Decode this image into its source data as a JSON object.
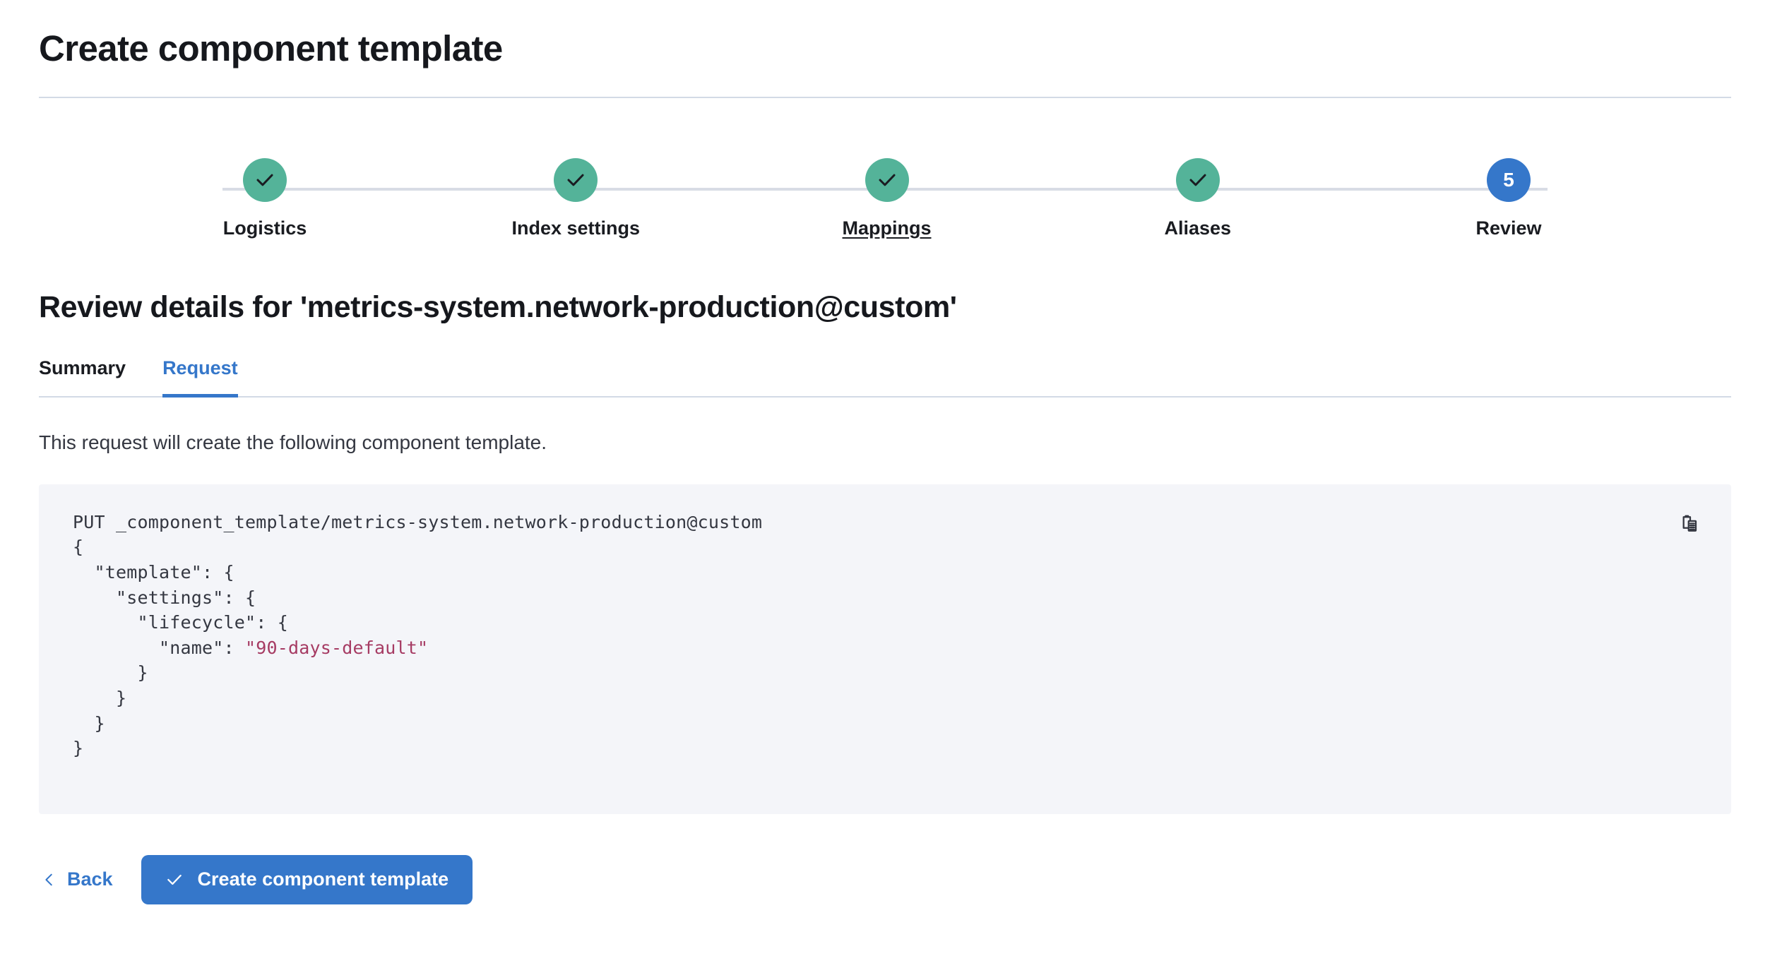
{
  "page": {
    "title": "Create component template"
  },
  "stepper": {
    "steps": [
      {
        "label": "Logistics",
        "state": "complete",
        "marker": "check-icon",
        "hovered": false
      },
      {
        "label": "Index settings",
        "state": "complete",
        "marker": "check-icon",
        "hovered": false
      },
      {
        "label": "Mappings",
        "state": "complete",
        "marker": "check-icon",
        "hovered": true
      },
      {
        "label": "Aliases",
        "state": "complete",
        "marker": "check-icon",
        "hovered": false
      },
      {
        "label": "Review",
        "state": "current",
        "marker": "5",
        "hovered": false
      }
    ],
    "complete_color": "#54b399",
    "current_color": "#3577ca",
    "line_color": "#d8dce5"
  },
  "review": {
    "heading": "Review details for 'metrics-system.network-production@custom'",
    "tabs": [
      {
        "label": "Summary",
        "active": false
      },
      {
        "label": "Request",
        "active": true
      }
    ],
    "description": "This request will create the following component template.",
    "copy_icon": "clipboard-copy-icon",
    "code": {
      "line1": "PUT _component_template/metrics-system.network-production@custom",
      "line2": "{",
      "line3": "  \"template\": {",
      "line4": "    \"settings\": {",
      "line5": "      \"lifecycle\": {",
      "line6_key": "        \"name\": ",
      "line6_value": "\"90-days-default\"",
      "line7": "      }",
      "line8": "    }",
      "line9": "  }",
      "line10": "}",
      "string_color": "#a63b63",
      "text_color": "#343741",
      "background": "#f4f5f9"
    }
  },
  "actions": {
    "back_label": "Back",
    "back_icon": "chevron-left-icon",
    "submit_label": "Create component template",
    "submit_icon": "check-icon",
    "accent_color": "#3577ca"
  }
}
